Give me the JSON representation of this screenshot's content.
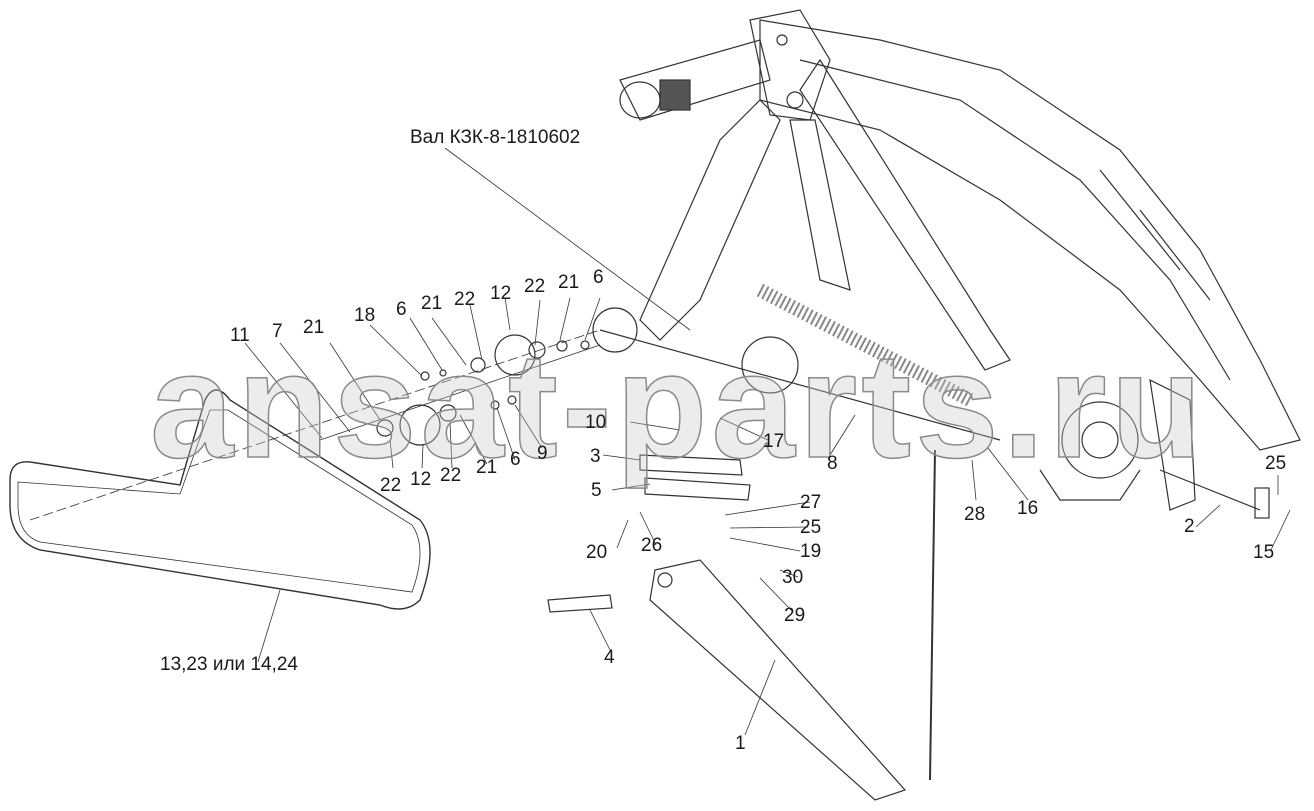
{
  "diagram": {
    "title_callout": "Вал КЗК-8-1810602",
    "belt_callout": "13,23 или 14,24",
    "watermark": "ansat-parts.ru",
    "callouts": [
      {
        "id": "c-11",
        "label": "11"
      },
      {
        "id": "c-7",
        "label": "7"
      },
      {
        "id": "c-21a",
        "label": "21"
      },
      {
        "id": "c-18",
        "label": "18"
      },
      {
        "id": "c-6a",
        "label": "6"
      },
      {
        "id": "c-21b",
        "label": "21"
      },
      {
        "id": "c-22a",
        "label": "22"
      },
      {
        "id": "c-12a",
        "label": "12"
      },
      {
        "id": "c-22b",
        "label": "22"
      },
      {
        "id": "c-21c",
        "label": "21"
      },
      {
        "id": "c-6b",
        "label": "6"
      },
      {
        "id": "c-22c",
        "label": "22"
      },
      {
        "id": "c-12b",
        "label": "12"
      },
      {
        "id": "c-22d",
        "label": "22"
      },
      {
        "id": "c-21d",
        "label": "21"
      },
      {
        "id": "c-6c",
        "label": "6"
      },
      {
        "id": "c-9",
        "label": "9"
      },
      {
        "id": "c-10",
        "label": "10"
      },
      {
        "id": "c-3",
        "label": "3"
      },
      {
        "id": "c-5",
        "label": "5"
      },
      {
        "id": "c-17",
        "label": "17"
      },
      {
        "id": "c-8",
        "label": "8"
      },
      {
        "id": "c-27",
        "label": "27"
      },
      {
        "id": "c-25a",
        "label": "25"
      },
      {
        "id": "c-19",
        "label": "19"
      },
      {
        "id": "c-20",
        "label": "20"
      },
      {
        "id": "c-26",
        "label": "26"
      },
      {
        "id": "c-30",
        "label": "30"
      },
      {
        "id": "c-29",
        "label": "29"
      },
      {
        "id": "c-4",
        "label": "4"
      },
      {
        "id": "c-1",
        "label": "1"
      },
      {
        "id": "c-28",
        "label": "28"
      },
      {
        "id": "c-16",
        "label": "16"
      },
      {
        "id": "c-2",
        "label": "2"
      },
      {
        "id": "c-25b",
        "label": "25"
      },
      {
        "id": "c-15",
        "label": "15"
      }
    ]
  }
}
